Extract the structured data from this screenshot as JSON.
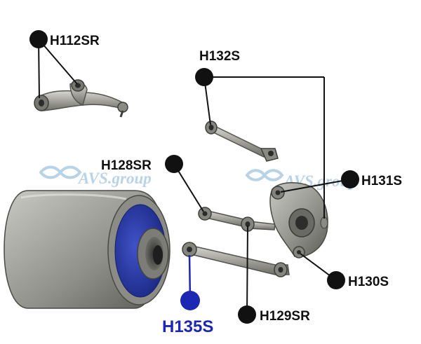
{
  "watermark": {
    "text_left": "AVS.group",
    "text_right": "AVS.group",
    "color": "#b9d3e6"
  },
  "parts": [
    {
      "id": "upper-arm",
      "label": "H112SR",
      "highlight": false
    },
    {
      "id": "trailing-link",
      "label": "H132S",
      "highlight": false
    },
    {
      "id": "toe-link",
      "label": "H128SR",
      "highlight": false
    },
    {
      "id": "knuckle-upper",
      "label": "H131S",
      "highlight": false
    },
    {
      "id": "knuckle-lower",
      "label": "H130S",
      "highlight": false
    },
    {
      "id": "lower-link",
      "label": "H129SR",
      "highlight": false
    },
    {
      "id": "bushing",
      "label": "H135S",
      "highlight": true
    }
  ],
  "colors": {
    "marker": "#111111",
    "highlight": "#1c27b3",
    "bushing_rubber": "#2b3aa6",
    "metal": "#9a9a94"
  }
}
